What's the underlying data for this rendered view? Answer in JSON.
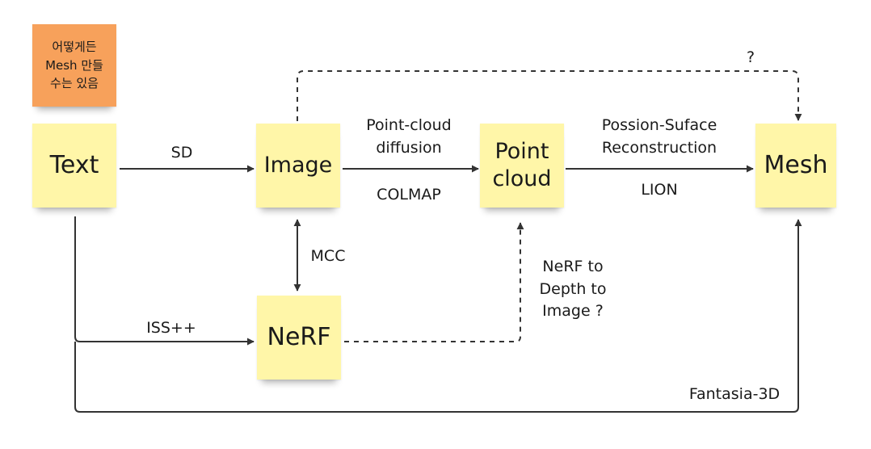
{
  "note": {
    "text": "어떻게든\nMesh 만들\n수는 있음"
  },
  "nodes": {
    "text": "Text",
    "image": "Image",
    "point_cloud": "Point\ncloud",
    "mesh": "Mesh",
    "nerf": "NeRF"
  },
  "edges": {
    "text_to_image": "SD",
    "image_to_pointcloud_top": "Point-cloud\ndiffusion",
    "image_to_pointcloud_bottom": "COLMAP",
    "pointcloud_to_mesh_top": "Possion-Suface\nReconstruction",
    "pointcloud_to_mesh_bottom": "LION",
    "image_to_mesh": "?",
    "image_nerf": "MCC",
    "text_to_nerf": "ISS++",
    "nerf_to_pointcloud": "NeRF to\nDepth to\nImage ?",
    "text_to_mesh": "Fantasia-3D"
  },
  "colors": {
    "sticky": "#fff6a8",
    "note": "#f7a15b",
    "line": "#333333"
  }
}
